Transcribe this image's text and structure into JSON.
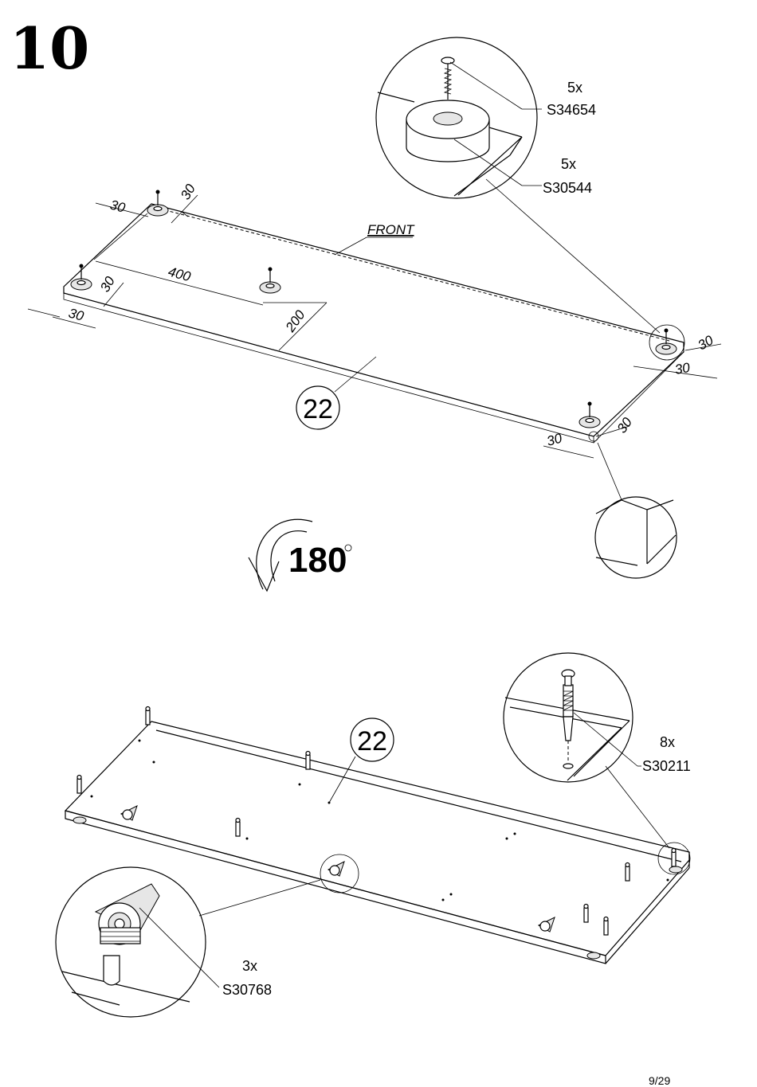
{
  "step": {
    "number": "10"
  },
  "top_section": {
    "callout_screw": {
      "qty": "5x",
      "code": "S34654"
    },
    "callout_foot": {
      "qty": "5x",
      "code": "S30544"
    },
    "front_label": "FRONT",
    "part_label": "22",
    "dimensions": {
      "d_30_a": "30",
      "d_30_b": "30",
      "d_400": "400",
      "d_30_c": "30",
      "d_200": "200",
      "d_30_d": "30",
      "d_30_e": "30",
      "d_30_f": "30",
      "d_30_g": "30",
      "d_30_h": "30"
    }
  },
  "rotation": {
    "value": "180",
    "unit_symbol": "°"
  },
  "bottom_section": {
    "part_label": "22",
    "callout_dowel": {
      "qty": "8x",
      "code": "S30211"
    },
    "callout_cam": {
      "qty": "3x",
      "code": "S30768"
    }
  },
  "page": {
    "number": "9/29"
  }
}
